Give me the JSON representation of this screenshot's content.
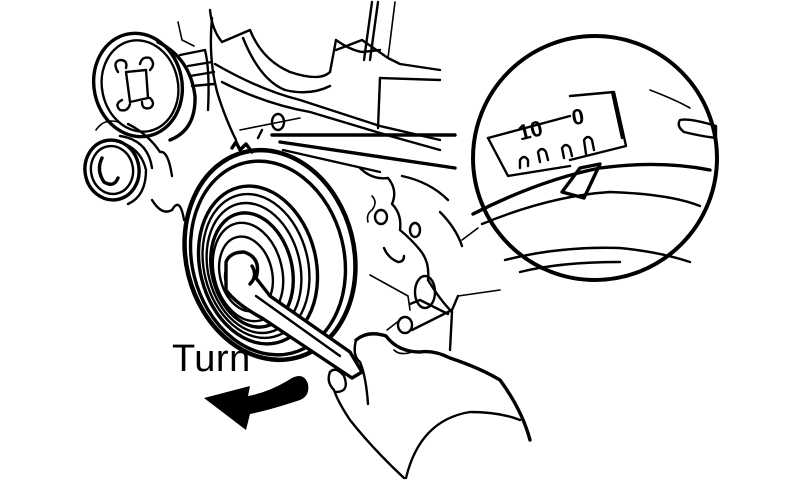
{
  "figure": {
    "subject": "Engine crankshaft pulley being turned with a wrench to align timing marks",
    "labels": {
      "turn": "Turn"
    },
    "inset": {
      "description": "Magnified view of timing mark plate and pulley notch",
      "timing_marks": {
        "left_value": "10",
        "right_value": "0"
      }
    },
    "arrow": {
      "direction": "counter-clockwise",
      "color": "#000000"
    },
    "colors": {
      "line": "#000000",
      "background": "#ffffff"
    }
  }
}
